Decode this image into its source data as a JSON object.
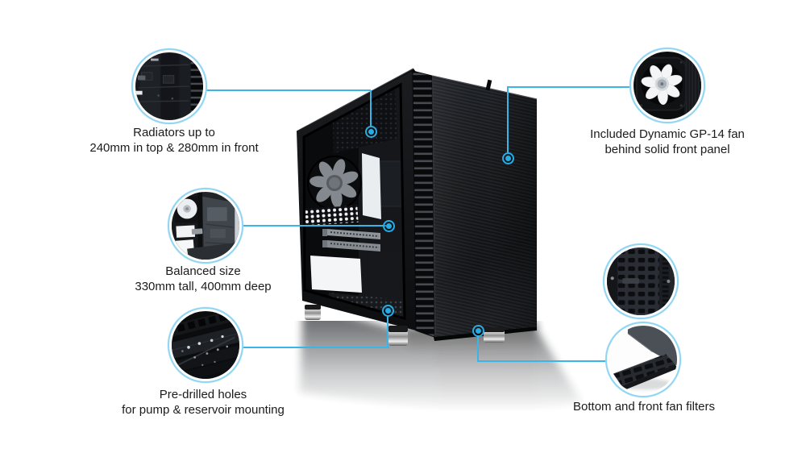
{
  "page": {
    "title": "PC case feature diagram",
    "background_color": "#ffffff"
  },
  "style": {
    "connector_line_color": "#3ab5e8",
    "connector_dot_color": "#29ace3",
    "circle_ring_color": "#90d5f2",
    "text_color": "#1b1b1b"
  },
  "product": {
    "image": "black-mini-tower-pc-case-photo-with-window-side-panel-and-reflection"
  },
  "callouts": [
    {
      "id": "radiators",
      "image": "case-top-interior-photo",
      "line1": "Radiators up to",
      "line2": "240mm in top & 280mm in front"
    },
    {
      "id": "included-fan",
      "image": "dynamic-gp14-white-fan-photo",
      "line1": "Included Dynamic GP-14 fan",
      "line2": "behind solid front panel"
    },
    {
      "id": "balanced-size",
      "image": "case-interior-side-view-photo",
      "line1": "Balanced size",
      "line2": "330mm tall, 400mm deep"
    },
    {
      "id": "pre-drilled-holes",
      "image": "case-bottom-pre-drilled-holes-photo",
      "line1": "Pre-drilled holes",
      "line2": "for pump & reservoir mounting"
    },
    {
      "id": "fan-filters",
      "image_top": "bottom-fan-filter-grid-photo",
      "image_bottom": "front-fan-filter-tray-photo",
      "line1": "Bottom and front fan filters"
    }
  ]
}
